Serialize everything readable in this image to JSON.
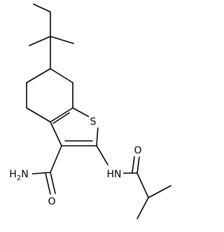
{
  "atoms": {
    "sulfur": "S",
    "amide_nitrogen_1": "H2N",
    "amide_oxygen_1": "O",
    "amine_nitrogen": "HN",
    "amide_oxygen_2": "O"
  }
}
